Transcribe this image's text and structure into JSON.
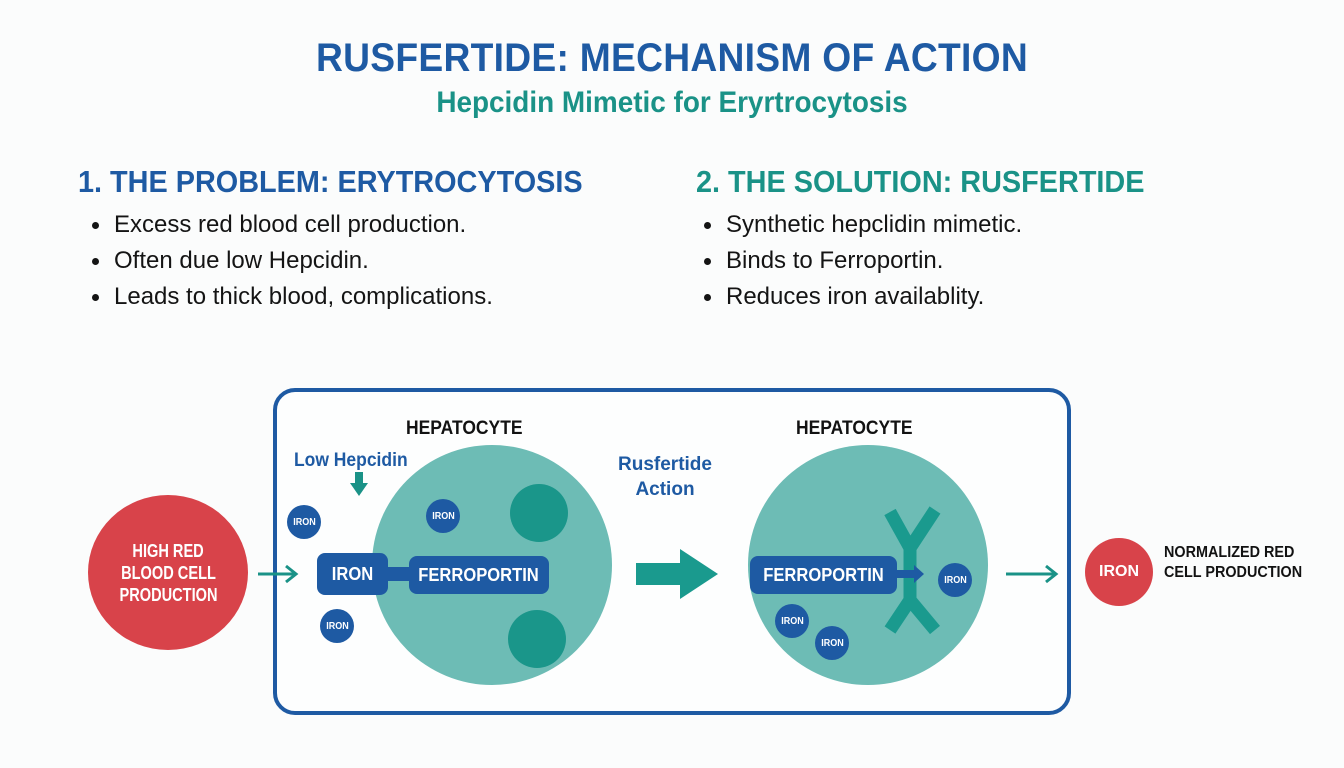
{
  "header": {
    "title": "RUSFERTIDE: MECHANISM OF ACTION",
    "subtitle": "Hepcidin Mimetic for Eryrtrocytosis"
  },
  "sections": [
    {
      "heading": "1. THE PROBLEM: ERYTROCYTOSIS",
      "bullets": [
        "Excess red blood cell production.",
        "Often due low Hepcidin.",
        "Leads to thick blood, complications."
      ]
    },
    {
      "heading": "2. THE SOLUTION: RUSFERTIDE",
      "bullets": [
        "Synthetic hepclidin mimetic.",
        "Binds to Ferroportin.",
        "Reduces iron availablity."
      ]
    }
  ],
  "diagram": {
    "start_node": {
      "label_lines": [
        "HIGH RED",
        "BLOOD CELL",
        "PRODUCTION"
      ]
    },
    "left_cell": {
      "label": "HEPATOCYTE",
      "annotation": "Low Hepcidin",
      "iron_pill": "IRON",
      "ferroportin": "FERROPORTIN",
      "iron_particles": [
        "IRON",
        "IRON",
        "IRON"
      ]
    },
    "transition": {
      "label_lines": [
        "Rusfertide",
        "Action"
      ]
    },
    "right_cell": {
      "label": "HEPATOCYTE",
      "ferroportin": "FERROPORTIN",
      "iron_particles": [
        "IRON",
        "IRON",
        "IRON"
      ]
    },
    "end_node": {
      "circle_label": "IRON",
      "label_lines": [
        "NORMALIZED RED",
        "CELL PRODUCTION"
      ]
    }
  },
  "colors": {
    "primary_blue": "#1e5aa3",
    "teal": "#1a9287",
    "cell_teal": "#6dbcb5",
    "organelle_teal": "#1a968a",
    "red": "#d8434a"
  }
}
